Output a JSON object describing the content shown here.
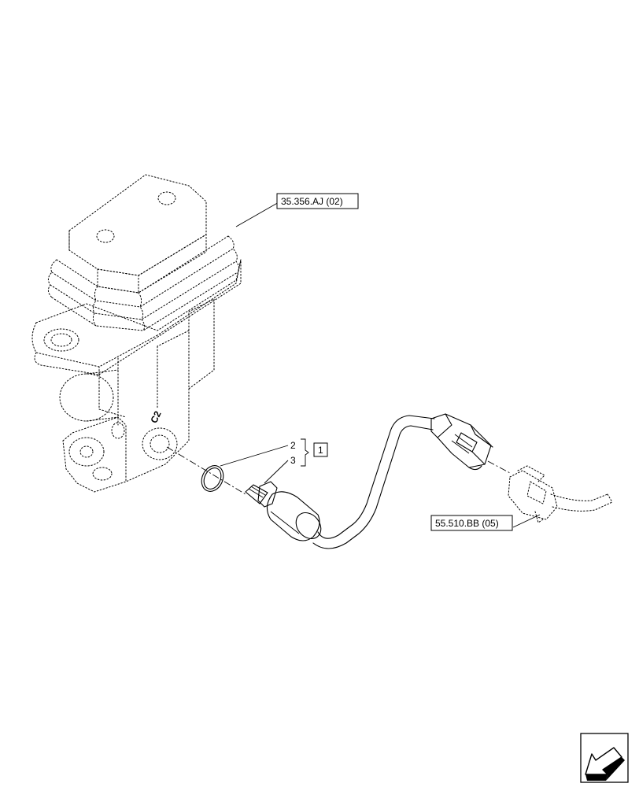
{
  "callouts": {
    "ref_joystick": "35.356.AJ (02)",
    "ref_connector": "55.510.BB (05)",
    "item_oring": "2",
    "item_sensor": "3",
    "item_kit": "1",
    "port_mark": "C2"
  },
  "icons": {
    "nav": "arrow-icon"
  }
}
